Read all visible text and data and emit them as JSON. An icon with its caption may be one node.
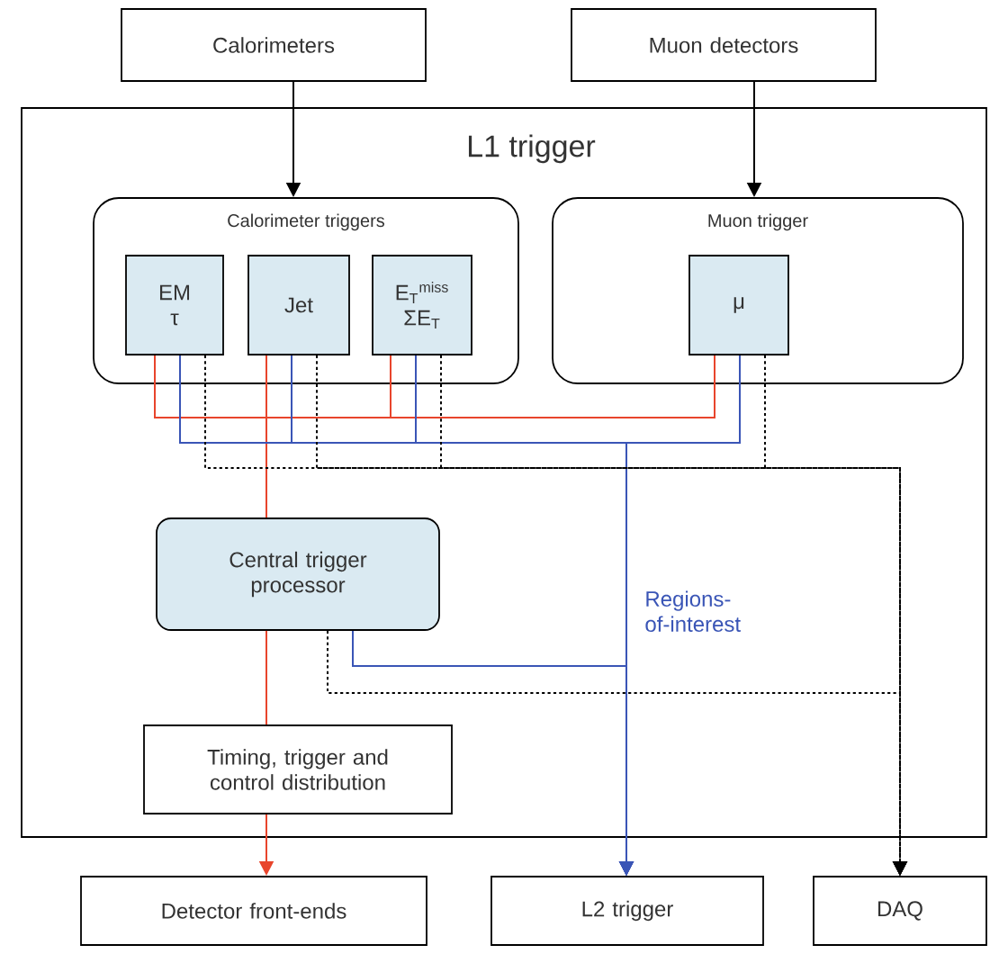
{
  "diagram": {
    "nodes": [
      {
        "text": [
          "Calorimeters"
        ]
      },
      {
        "text": [
          "Muon detectors"
        ]
      },
      {
        "text": [
          "L1 trigger"
        ]
      },
      {
        "text": [
          "Calorimeter triggers"
        ],
        "in": 2
      },
      {
        "text": [
          "EM",
          "τ"
        ],
        "in": 3
      },
      {
        "text": [
          "Jet"
        ],
        "in": 3
      },
      {
        "text": [
          "E$_{T}$$^{miss}$",
          "ΣE$_{T}$"
        ],
        "in": 3
      },
      {
        "text": [
          "Muon trigger"
        ],
        "in": 2
      },
      {
        "text": [
          "μ"
        ],
        "in": 7
      },
      {
        "text": [
          "Central trigger processor"
        ],
        "in": 2
      },
      {
        "text": [
          "Timing, trigger and control distribution"
        ],
        "in": 2
      },
      {
        "text": [
          "Detector front-ends"
        ]
      },
      {
        "text": [
          "L2 trigger"
        ]
      },
      {
        "text": [
          "DAQ"
        ]
      }
    ],
    "edges": [
      {
        "from": 0,
        "to": 3,
        "arrow": "to"
      },
      {
        "from": 1,
        "to": 7,
        "arrow": "to"
      },
      {
        "from": 4,
        "to": 9,
        "arrow": "none",
        "color": "#e8452c"
      },
      {
        "from": 5,
        "to": 9,
        "arrow": "none",
        "color": "#e8452c"
      },
      {
        "from": 6,
        "to": 9,
        "arrow": "none",
        "color": "#e8452c"
      },
      {
        "from": 8,
        "to": 9,
        "arrow": "none",
        "color": "#e8452c"
      },
      {
        "from": 4,
        "to": 12,
        "arrow": "to",
        "color": "#3a55b6"
      },
      {
        "from": 5,
        "to": 12,
        "arrow": "to",
        "color": "#3a55b6"
      },
      {
        "from": 6,
        "to": 12,
        "arrow": "to",
        "color": "#3a55b6"
      },
      {
        "from": 8,
        "to": 12,
        "arrow": "to",
        "color": "#3a55b6"
      },
      {
        "from": 9,
        "to": 12,
        "arrow": "to",
        "color": "#3a55b6"
      },
      {
        "from": 4,
        "to": 13,
        "arrow": "to",
        "style": "dashed"
      },
      {
        "from": 5,
        "to": 13,
        "arrow": "to",
        "style": "dashed"
      },
      {
        "from": 6,
        "to": 13,
        "arrow": "to",
        "style": "dashed"
      },
      {
        "from": 8,
        "to": 13,
        "arrow": "to",
        "style": "dashed"
      },
      {
        "from": 9,
        "to": 13,
        "arrow": "to",
        "style": "dashed"
      },
      {
        "from": 9,
        "to": 10,
        "arrow": "none",
        "color": "#e8452c"
      },
      {
        "from": 10,
        "to": 11,
        "arrow": "to",
        "color": "#e8452c"
      }
    ],
    "labels": [
      "Regions-of-interest"
    ]
  }
}
